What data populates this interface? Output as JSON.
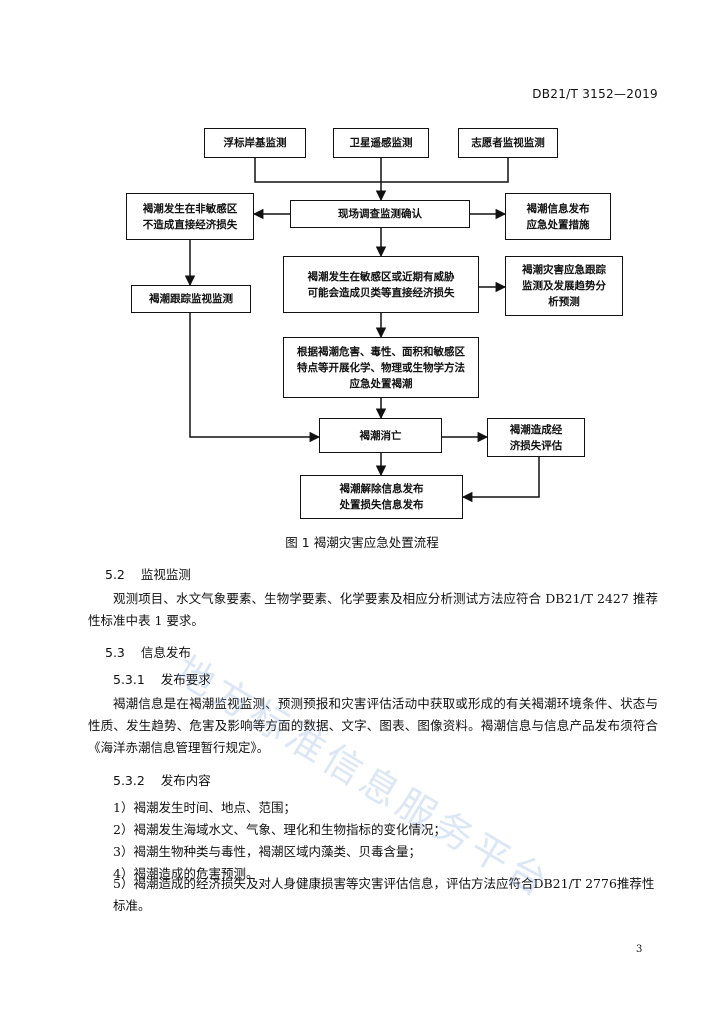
{
  "header": {
    "doc_code": "DB21/T 3152—2019"
  },
  "flowchart": {
    "nodes": {
      "buoy": "浮标岸基监测",
      "satellite": "卫星遥感监测",
      "volunteer": "志愿者监视监测",
      "nonsensitive": "褐潮发生在非敏感区\n不造成直接经济损失",
      "onsite": "现场调查监测确认",
      "info_release": "褐潮信息发布\n应急处置措施",
      "sensitive": "褐潮发生在敏感区或近期有威胁\n可能会造成贝类等直接经济损失",
      "tracking_forecast": "褐潮灾害应急跟踪\n监测及发展趋势分\n析预测",
      "tracking": "褐潮跟踪监视监测",
      "disposal": "根据褐潮危害、毒性、面积和敏感区\n特点等开展化学、物理或生物学方法\n应急处置褐潮",
      "dissipate": "褐潮消亡",
      "loss_eval": "褐潮造成经\n济损失评估",
      "release_end": "褐潮解除信息发布\n处置损失信息发布"
    }
  },
  "figure_caption": "图 1  褐潮灾害应急处置流程",
  "sections": {
    "s52": {
      "number": "5.2",
      "title": "监视监测",
      "text": "观测项目、水文气象要素、生物学要素、化学要素及相应分析测试方法应符合 DB21/T 2427 推荐性标准中表 1 要求。"
    },
    "s53": {
      "number": "5.3",
      "title": "信息发布"
    },
    "s531": {
      "number": "5.3.1",
      "title": "发布要求",
      "text": "褐潮信息是在褐潮监视监测、预测预报和灾害评估活动中获取或形成的有关褐潮环境条件、状态与性质、发生趋势、危害及影响等方面的数据、文字、图表、图像资料。褐潮信息与信息产品发布须符合《海洋赤潮信息管理暂行规定》。"
    },
    "s532": {
      "number": "5.3.2",
      "title": "发布内容",
      "items": [
        "1）褐潮发生时间、地点、范围；",
        "2）褐潮发生海域水文、气象、理化和生物指标的变化情况；",
        "3）褐潮生物种类与毒性，褐潮区域内藻类、贝毒含量；",
        "4）褐潮造成的危害预测。",
        "5）褐潮造成的经济损失及对人身健康损害等灾害评估信息，评估方法应符合DB21/T 2776推荐性标准。"
      ]
    }
  },
  "watermark": "地方标准信息服务平台",
  "page_number": "3"
}
